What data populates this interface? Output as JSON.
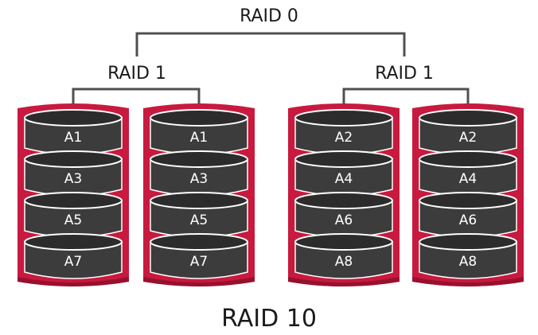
{
  "title": "RAID 10",
  "top_label": "RAID 0",
  "groups": [
    {
      "label": "RAID 1",
      "drives": [
        {
          "blocks": [
            "A1",
            "A3",
            "A5",
            "A7"
          ]
        },
        {
          "blocks": [
            "A1",
            "A3",
            "A5",
            "A7"
          ]
        }
      ]
    },
    {
      "label": "RAID 1",
      "drives": [
        {
          "blocks": [
            "A2",
            "A4",
            "A6",
            "A8"
          ]
        },
        {
          "blocks": [
            "A2",
            "A4",
            "A6",
            "A8"
          ]
        }
      ]
    }
  ],
  "colors": {
    "drive_body": "#c8193f",
    "drive_dark": "#98102e",
    "platter": "#3c3c3c",
    "platter_top": "#2c2c2c",
    "platter_rim": "#ffffff",
    "connector": "#505050",
    "text_dark": "#1a1a1a",
    "text_light": "#ffffff"
  }
}
